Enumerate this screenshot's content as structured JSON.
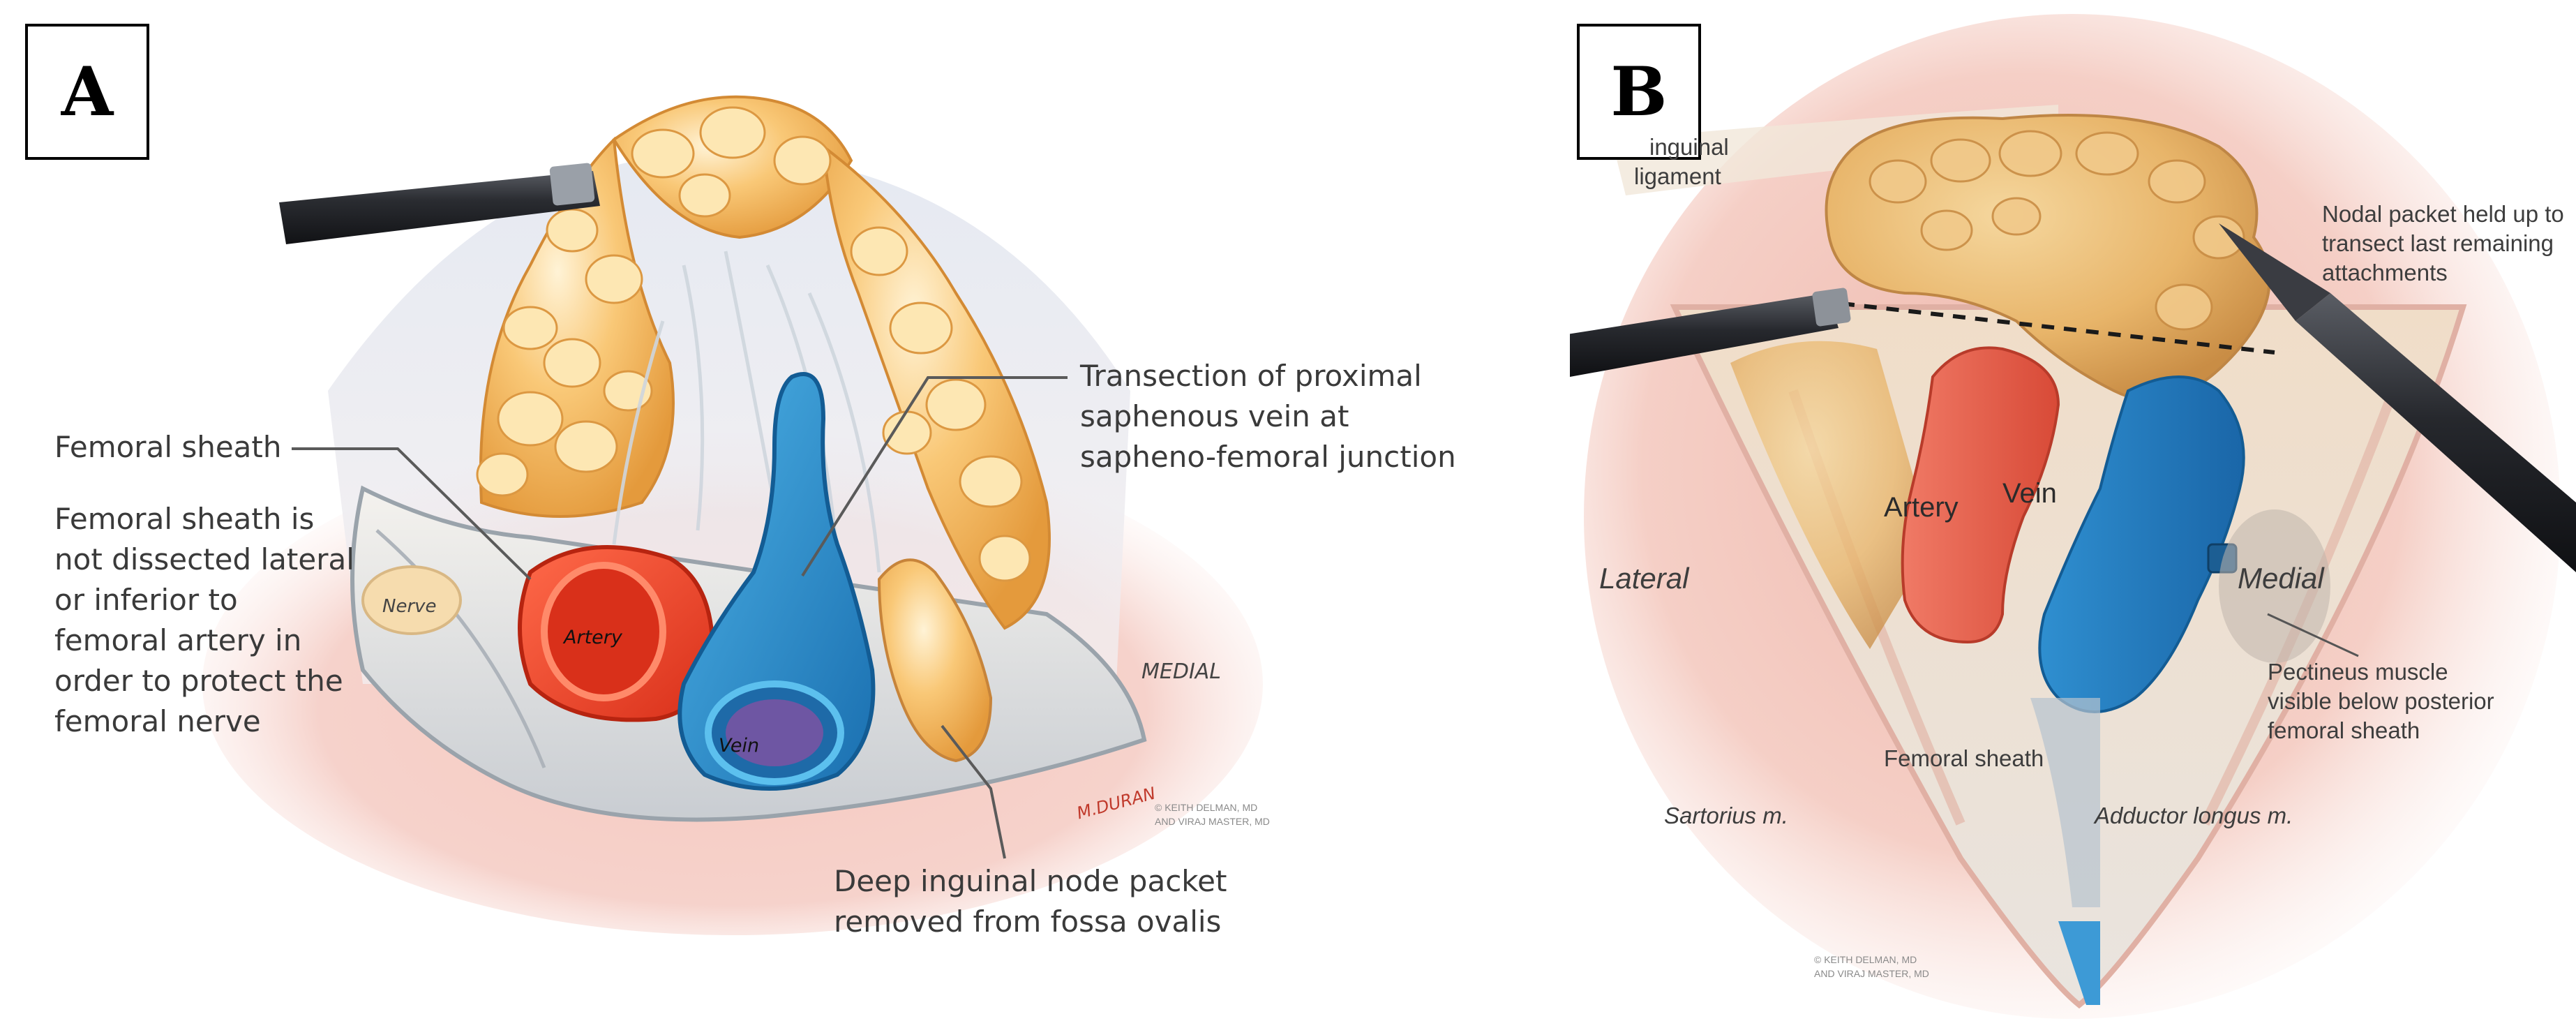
{
  "panel_a": {
    "label": "A",
    "callouts": {
      "femoral_sheath": "Femoral sheath",
      "sheath_note": [
        "Femoral sheath is",
        "not dissected lateral",
        "or inferior to",
        "femoral artery in",
        "order to protect the",
        "femoral nerve"
      ],
      "transection": [
        "Transection of proximal",
        "saphenous vein at",
        "sapheno-femoral junction"
      ],
      "node_packet": [
        "Deep inguinal node packet",
        "removed from fossa ovalis"
      ],
      "medial": "MEDIAL",
      "nerve": "Nerve",
      "artery": "Artery",
      "vein": "Vein",
      "signature": "M.DURAN",
      "credit": [
        "© KEITH DELMAN, MD",
        "AND VIRAJ MASTER, MD"
      ]
    }
  },
  "panel_b": {
    "label": "B",
    "callouts": {
      "inguinal_ligament": [
        "inguinal",
        "ligament"
      ],
      "nodal_packet": [
        "Nodal packet held up to",
        "transect last remaining",
        "attachments"
      ],
      "lateral": "Lateral",
      "medial": "Medial",
      "artery": "Artery",
      "vein": "Vein",
      "pectineus": [
        "Pectineus muscle",
        "visible below posterior",
        "femoral sheath"
      ],
      "femoral_sheath": "Femoral sheath",
      "sartorius": "Sartorius m.",
      "adductor": "Adductor longus m.",
      "credit": [
        "© KEITH DELMAN, MD",
        "AND VIRAJ MASTER, MD"
      ]
    }
  }
}
